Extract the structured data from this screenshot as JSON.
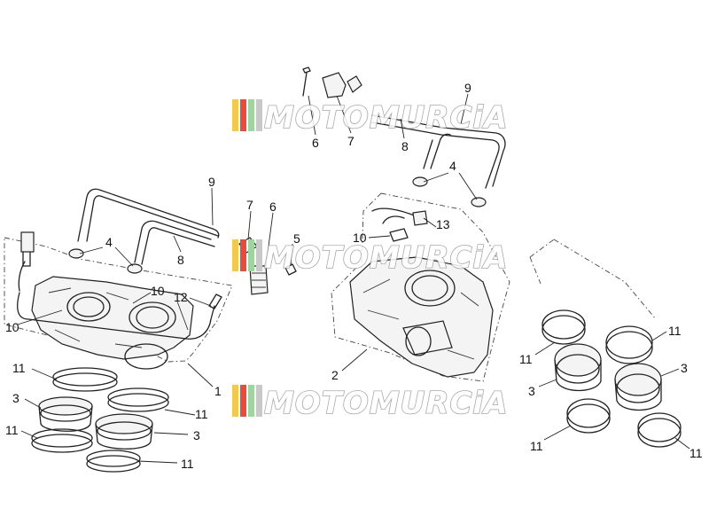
{
  "watermark": {
    "text": "MOTOMURCiA",
    "colors": [
      "#f2c94c",
      "#e74c3c",
      "#9fd3a0",
      "#c9c9c9"
    ]
  },
  "callouts": {
    "left_9": "9",
    "left_8": "8",
    "left_4": "4",
    "left_7": "7",
    "left_6": "6",
    "left_5": "5",
    "left_10a": "10",
    "left_10b": "10",
    "left_12": "12",
    "left_1": "1",
    "left_11a": "11",
    "left_3a": "3",
    "left_11b": "11",
    "left_11c": "11",
    "left_3b": "3",
    "left_11d": "11",
    "top_6": "6",
    "top_7": "7",
    "top_8": "8",
    "top_9": "9",
    "top_4": "4",
    "mid_10": "10",
    "mid_13": "13",
    "mid_2": "2",
    "right_11a": "11",
    "right_11b": "11",
    "right_3a": "3",
    "right_3b": "3",
    "right_11c": "11",
    "right_11d": "11"
  }
}
